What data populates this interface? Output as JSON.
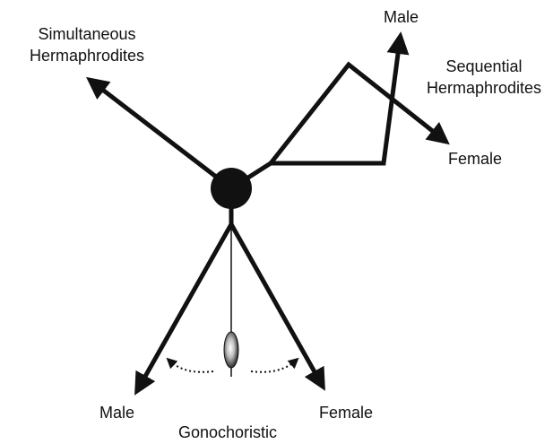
{
  "labels": {
    "simultaneous_line1": "Simultaneous",
    "simultaneous_line2": "Hermaphrodites",
    "sequential_line1": "Sequential",
    "sequential_line2": "Hermaphrodites",
    "sequential_male": "Male",
    "sequential_female": "Female",
    "gonochoristic_male": "Male",
    "gonochoristic_female": "Female",
    "gonochoristic": "Gonochoristic"
  },
  "colors": {
    "stroke": "#111111",
    "background": "#ffffff"
  },
  "icons": {
    "center_node": "filled-circle",
    "pendulum_bob": "ellipse-bob",
    "swing_indicators": "dotted-curved-arrows"
  }
}
